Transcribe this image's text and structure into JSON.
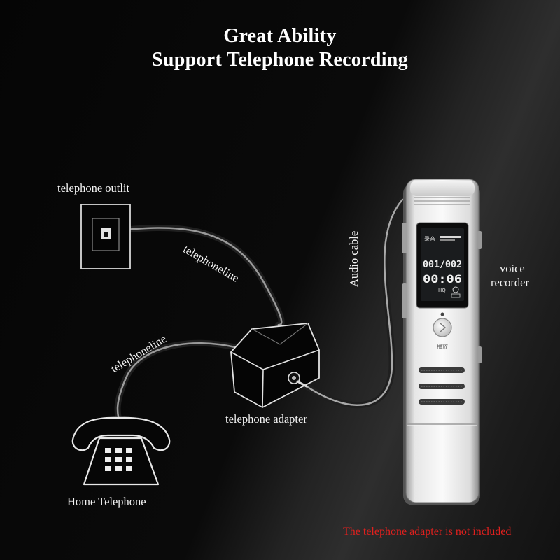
{
  "title": {
    "line1": "Great Ability",
    "line2": "Support Telephone Recording"
  },
  "labels": {
    "telephone_outlet": "telephone outlit",
    "telephoneline_upper": "telephoneline",
    "telephoneline_lower": "telephoneline",
    "audio_cable": "Audio cable",
    "voice_recorder_line1": "voice",
    "voice_recorder_line2": "recorder",
    "telephone_adapter": "telephone adapter",
    "home_telephone": "Home Telephone"
  },
  "recorder_screen": {
    "top_text": "录音",
    "track": "001/002",
    "time": "00:06",
    "quality": "HQ",
    "button_label": "播放"
  },
  "note": "The telephone adapter is not included",
  "colors": {
    "note": "#e0201e",
    "recorder_body": "#e8e8e8",
    "lcd": "#1a1c1e"
  }
}
